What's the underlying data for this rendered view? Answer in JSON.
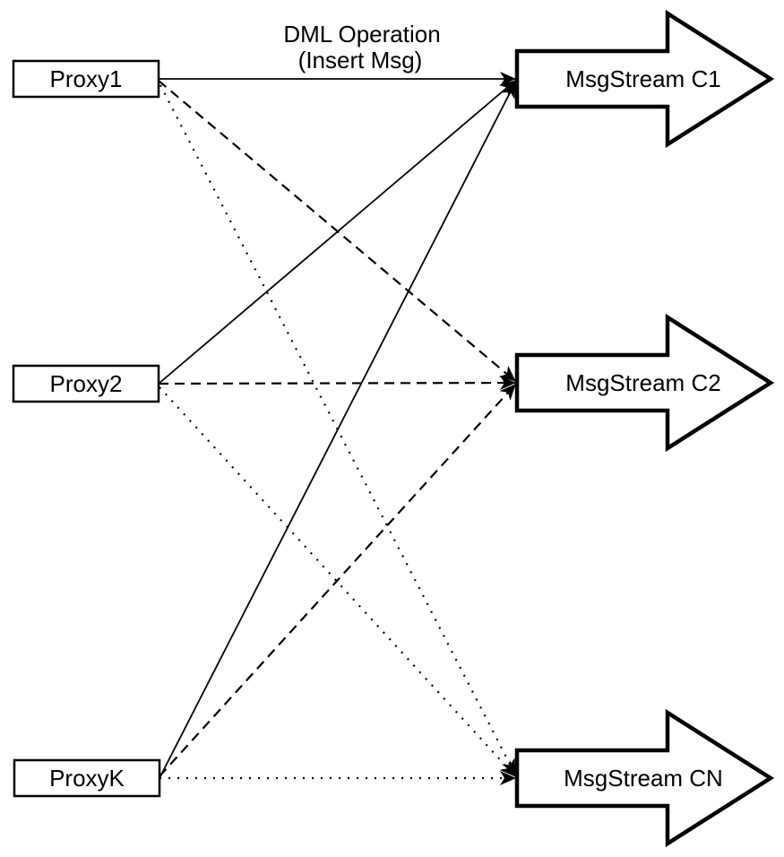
{
  "diagram": {
    "title": {
      "line1": "DML Operation",
      "line2": "(Insert Msg)"
    },
    "proxies": [
      {
        "label": "Proxy1"
      },
      {
        "label": "Proxy2"
      },
      {
        "label": "ProxyK"
      }
    ],
    "streams": [
      {
        "label": "MsgStream C1"
      },
      {
        "label": "MsgStream C2"
      },
      {
        "label": "MsgStream CN"
      }
    ],
    "edges": [
      {
        "from": "Proxy1",
        "to": "MsgStream C1",
        "style": "solid",
        "label": "DML Operation (Insert Msg)"
      },
      {
        "from": "Proxy2",
        "to": "MsgStream C1",
        "style": "solid",
        "label": ""
      },
      {
        "from": "ProxyK",
        "to": "MsgStream C1",
        "style": "solid",
        "label": ""
      },
      {
        "from": "Proxy1",
        "to": "MsgStream C2",
        "style": "dashed",
        "label": ""
      },
      {
        "from": "Proxy2",
        "to": "MsgStream C2",
        "style": "dashed",
        "label": ""
      },
      {
        "from": "ProxyK",
        "to": "MsgStream C2",
        "style": "dashed",
        "label": ""
      },
      {
        "from": "Proxy1",
        "to": "MsgStream CN",
        "style": "dotted",
        "label": ""
      },
      {
        "from": "Proxy2",
        "to": "MsgStream CN",
        "style": "dotted",
        "label": ""
      },
      {
        "from": "ProxyK",
        "to": "MsgStream CN",
        "style": "dotted",
        "label": ""
      }
    ],
    "colors": {
      "stroke": "#000000",
      "fill": "#ffffff"
    }
  }
}
